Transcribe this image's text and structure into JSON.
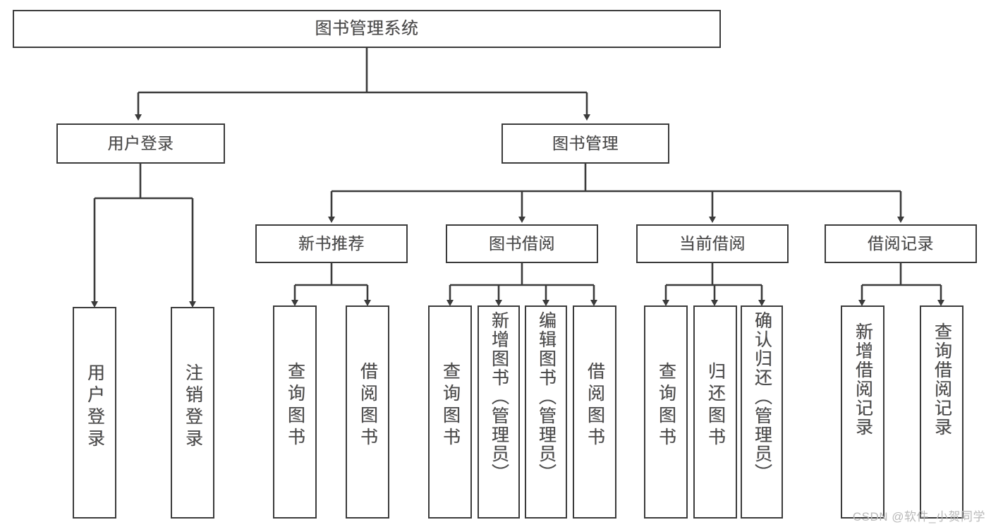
{
  "diagram": {
    "type": "tree",
    "title": "图书管理系统",
    "orientation": "top-down",
    "colors": {
      "stroke": "#3b3b3b",
      "fill": "#ffffff",
      "text": "#4a4a4a",
      "watermark": "#b9b9b9"
    },
    "nodes": {
      "root": {
        "label": "图书管理系统",
        "level": 0
      },
      "user_login": {
        "label": "用户登录",
        "level": 1
      },
      "book_manage": {
        "label": "图书管理",
        "level": 1
      },
      "new_book_rec": {
        "label": "新书推荐",
        "level": 2
      },
      "book_borrow": {
        "label": "图书借阅",
        "level": 2
      },
      "current_borrow": {
        "label": "当前借阅",
        "level": 2
      },
      "borrow_record": {
        "label": "借阅记录",
        "level": 2
      },
      "leaf_user_login": {
        "label": "用户登录",
        "level": 2
      },
      "leaf_user_logout": {
        "label": "注销登录",
        "level": 2
      },
      "leaf_rec_query": {
        "label": "查询图书",
        "level": 3
      },
      "leaf_rec_borrow": {
        "label": "借阅图书",
        "level": 3
      },
      "leaf_bb_query": {
        "label": "查询图书",
        "level": 3
      },
      "leaf_bb_add": {
        "label": "新增图书（管理员）",
        "level": 3
      },
      "leaf_bb_edit": {
        "label": "编辑图书（管理员）",
        "level": 3
      },
      "leaf_bb_borrow": {
        "label": "借阅图书",
        "level": 3
      },
      "leaf_cb_query": {
        "label": "查询图书",
        "level": 3
      },
      "leaf_cb_return": {
        "label": "归还图书",
        "level": 3
      },
      "leaf_cb_confirm": {
        "label": "确认归还（管理员）",
        "level": 3
      },
      "leaf_br_add": {
        "label": "新增借阅记录",
        "level": 3
      },
      "leaf_br_query": {
        "label": "查询借阅记录",
        "level": 3
      }
    },
    "edges": [
      {
        "from": "root",
        "to": "user_login"
      },
      {
        "from": "root",
        "to": "book_manage"
      },
      {
        "from": "user_login",
        "to": "leaf_user_login"
      },
      {
        "from": "user_login",
        "to": "leaf_user_logout"
      },
      {
        "from": "book_manage",
        "to": "new_book_rec"
      },
      {
        "from": "book_manage",
        "to": "book_borrow"
      },
      {
        "from": "book_manage",
        "to": "current_borrow"
      },
      {
        "from": "book_manage",
        "to": "borrow_record"
      },
      {
        "from": "new_book_rec",
        "to": "leaf_rec_query"
      },
      {
        "from": "new_book_rec",
        "to": "leaf_rec_borrow"
      },
      {
        "from": "book_borrow",
        "to": "leaf_bb_query"
      },
      {
        "from": "book_borrow",
        "to": "leaf_bb_add"
      },
      {
        "from": "book_borrow",
        "to": "leaf_bb_edit"
      },
      {
        "from": "book_borrow",
        "to": "leaf_bb_borrow"
      },
      {
        "from": "current_borrow",
        "to": "leaf_cb_query"
      },
      {
        "from": "current_borrow",
        "to": "leaf_cb_return"
      },
      {
        "from": "current_borrow",
        "to": "leaf_cb_confirm"
      },
      {
        "from": "borrow_record",
        "to": "leaf_br_add"
      },
      {
        "from": "borrow_record",
        "to": "leaf_br_query"
      }
    ]
  },
  "watermark": {
    "text": "CSDN @软件_小贺同学"
  }
}
